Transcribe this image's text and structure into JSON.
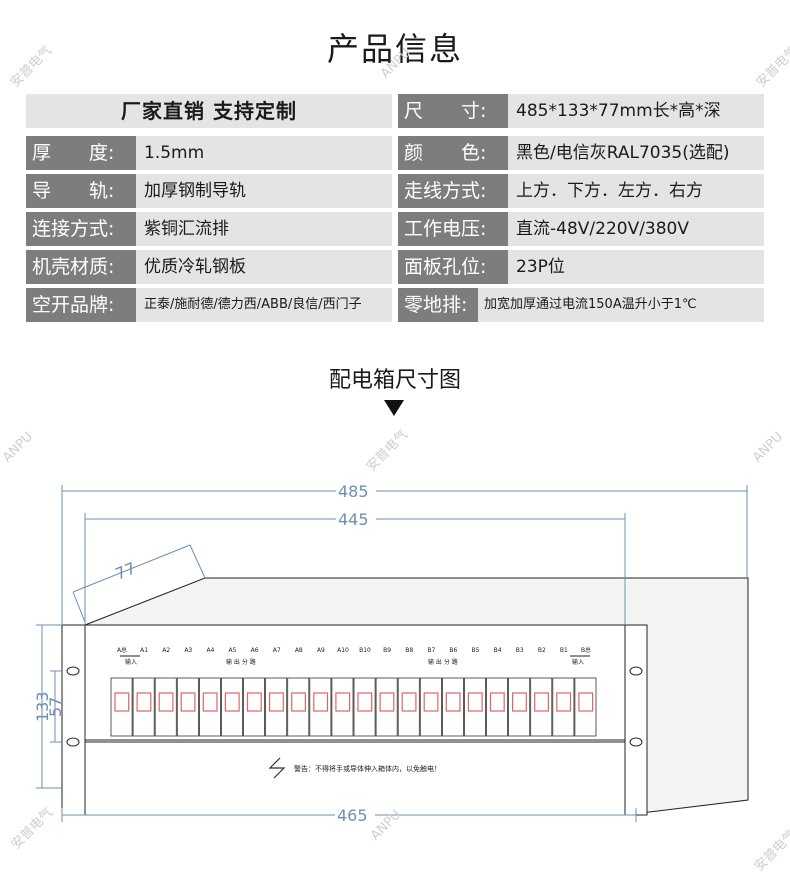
{
  "title": "产品信息",
  "headline": "厂家直销  支持定制",
  "specs_left": [
    {
      "label": "厚　　度:",
      "value": "1.5mm"
    },
    {
      "label": "导　　轨:",
      "value": "加厚钢制导轨"
    },
    {
      "label": "连接方式:",
      "value": "紫铜汇流排"
    },
    {
      "label": "机壳材质:",
      "value": "优质冷轧钢板"
    },
    {
      "label": "空开品牌:",
      "value": "正泰/施耐德/德力西/ABB/良信/西门子"
    }
  ],
  "specs_right": [
    {
      "label": "尺　　寸:",
      "value": "485*133*77mm长*高*深"
    },
    {
      "label": "颜　　色:",
      "value": "黑色/电信灰RAL7035(选配)"
    },
    {
      "label": "走线方式:",
      "value": "上方．下方．左方．右方"
    },
    {
      "label": "工作电压:",
      "value": "直流-48V/220V/380V"
    },
    {
      "label": "面板孔位:",
      "value": "23P位"
    },
    {
      "label": "零地排:",
      "value": "加宽加厚通过电流150A温升小于1℃"
    }
  ],
  "diagram_title": "配电箱尺寸图",
  "dimensions": {
    "d485": "485",
    "d445": "445",
    "d465": "465",
    "d77": "77",
    "d133": "133",
    "d57": "57"
  },
  "breaker_labels": [
    "A总",
    "A1",
    "A2",
    "A3",
    "A4",
    "A5",
    "A6",
    "A7",
    "A8",
    "A9",
    "A10",
    "B10",
    "B9",
    "B8",
    "B7",
    "B6",
    "B5",
    "B4",
    "B3",
    "B2",
    "B1",
    "B总"
  ],
  "group_labels": {
    "a_in": "输入",
    "a_out": "输 出 分 路",
    "b_out": "输 出 分 路",
    "b_in": "输入"
  },
  "warning": "警告：不得将手或导体伸入箱体内，以免触电！",
  "watermarks": [
    "安普电气",
    "ANPU"
  ]
}
